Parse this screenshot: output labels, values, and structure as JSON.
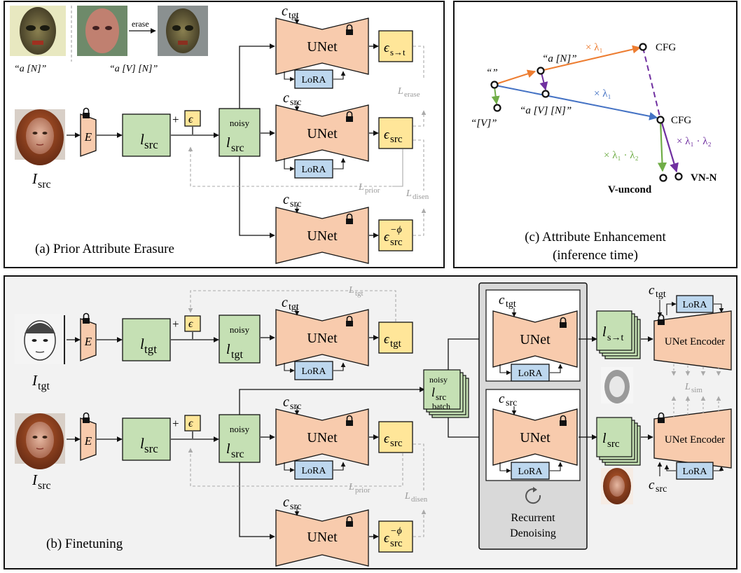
{
  "panels": {
    "a_caption": "(a) Prior Attribute Erasure",
    "b_caption": "(b) Finetuning",
    "c_caption_line1": "(c) Attribute Enhancement",
    "c_caption_line2": "(inference time)"
  },
  "labels": {
    "unet": "UNet",
    "lora": "LoRA",
    "encoder": "E",
    "noisy": "noisy",
    "batch": "batch",
    "erase": "erase",
    "plus": "+",
    "unet_encoder": "UNet Encoder",
    "recurrent_line1": "Recurrent",
    "recurrent_line2": "Denoising",
    "prompt_n": "“a [N]”",
    "prompt_vn": "“a [V] [N]”",
    "prompt_empty": "“”",
    "prompt_v": "“[V]”",
    "cfg": "CFG",
    "v_uncond": "V-uncond",
    "vn_n": "VN-N"
  },
  "math": {
    "c_tgt": "c",
    "c_src": "c",
    "sub_tgt": "tgt",
    "sub_src": "src",
    "eps": "ϵ",
    "sub_s_to_t": "s→t",
    "sup_minus_phi": "−ϕ",
    "I": "I",
    "l": "l",
    "L": "L",
    "sub_erase": "erase",
    "sub_prior": "prior",
    "sub_disen": "disen",
    "sub_sim": "sim",
    "lam1": "× λ₁",
    "lam1_lam2_green": "× λ₁ · λ₂",
    "lam1_lam2_purple": "× λ₁ · λ₂"
  },
  "colors": {
    "unet": "#f8cbad",
    "lora": "#bdd7ee",
    "latent": "#c5e0b4",
    "eps": "#ffe699",
    "orange": "#ed7d31",
    "blue": "#4472c4",
    "green": "#70ad47",
    "purple": "#7030a0",
    "recurrent_bg": "#d9d9d9"
  }
}
